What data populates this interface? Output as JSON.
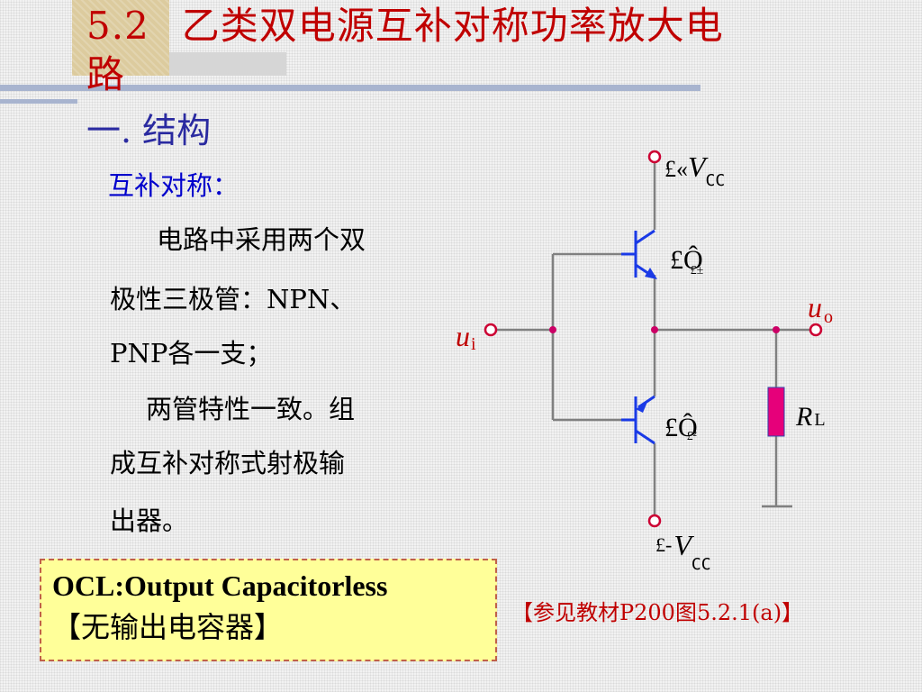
{
  "title": {
    "number": "5.2",
    "line1": "乙类双电源互补对称功率放大电",
    "line2": "路"
  },
  "section": "一. 结构",
  "body": {
    "heading": "互补对称：",
    "lines": [
      "电路中采用两个双",
      "极性三极管：NPN、",
      "PNP各一支；",
      "两管特性一致。组",
      "成互补对称式射极输",
      "出器。"
    ]
  },
  "ocl": {
    "line1": "OCL:Output Capacitorless",
    "line2": "【无输出电容器】"
  },
  "reference": "【参见教材P200图5.2.1(a)】",
  "circuit": {
    "vcc_pos_symbol": "£«",
    "vcc_pos_var": "V",
    "vcc_pos_sub": "CC",
    "t1_label": "£Ô",
    "t1_sub": "£±",
    "t2_label": "£Ô",
    "t2_sub": "£²",
    "uo_var": "u",
    "uo_sub": "o",
    "ui_var": "u",
    "ui_sub": "i",
    "rl_var": "R",
    "rl_sub": "L",
    "vcc_neg_symbol": "£-",
    "vcc_neg_var": "V",
    "vcc_neg_sub": "CC",
    "colors": {
      "wire": "#808080",
      "node": "#cc0066",
      "resistor": "#e6007a",
      "transistor": "#1a3ae6",
      "label_red": "#c00000"
    }
  }
}
